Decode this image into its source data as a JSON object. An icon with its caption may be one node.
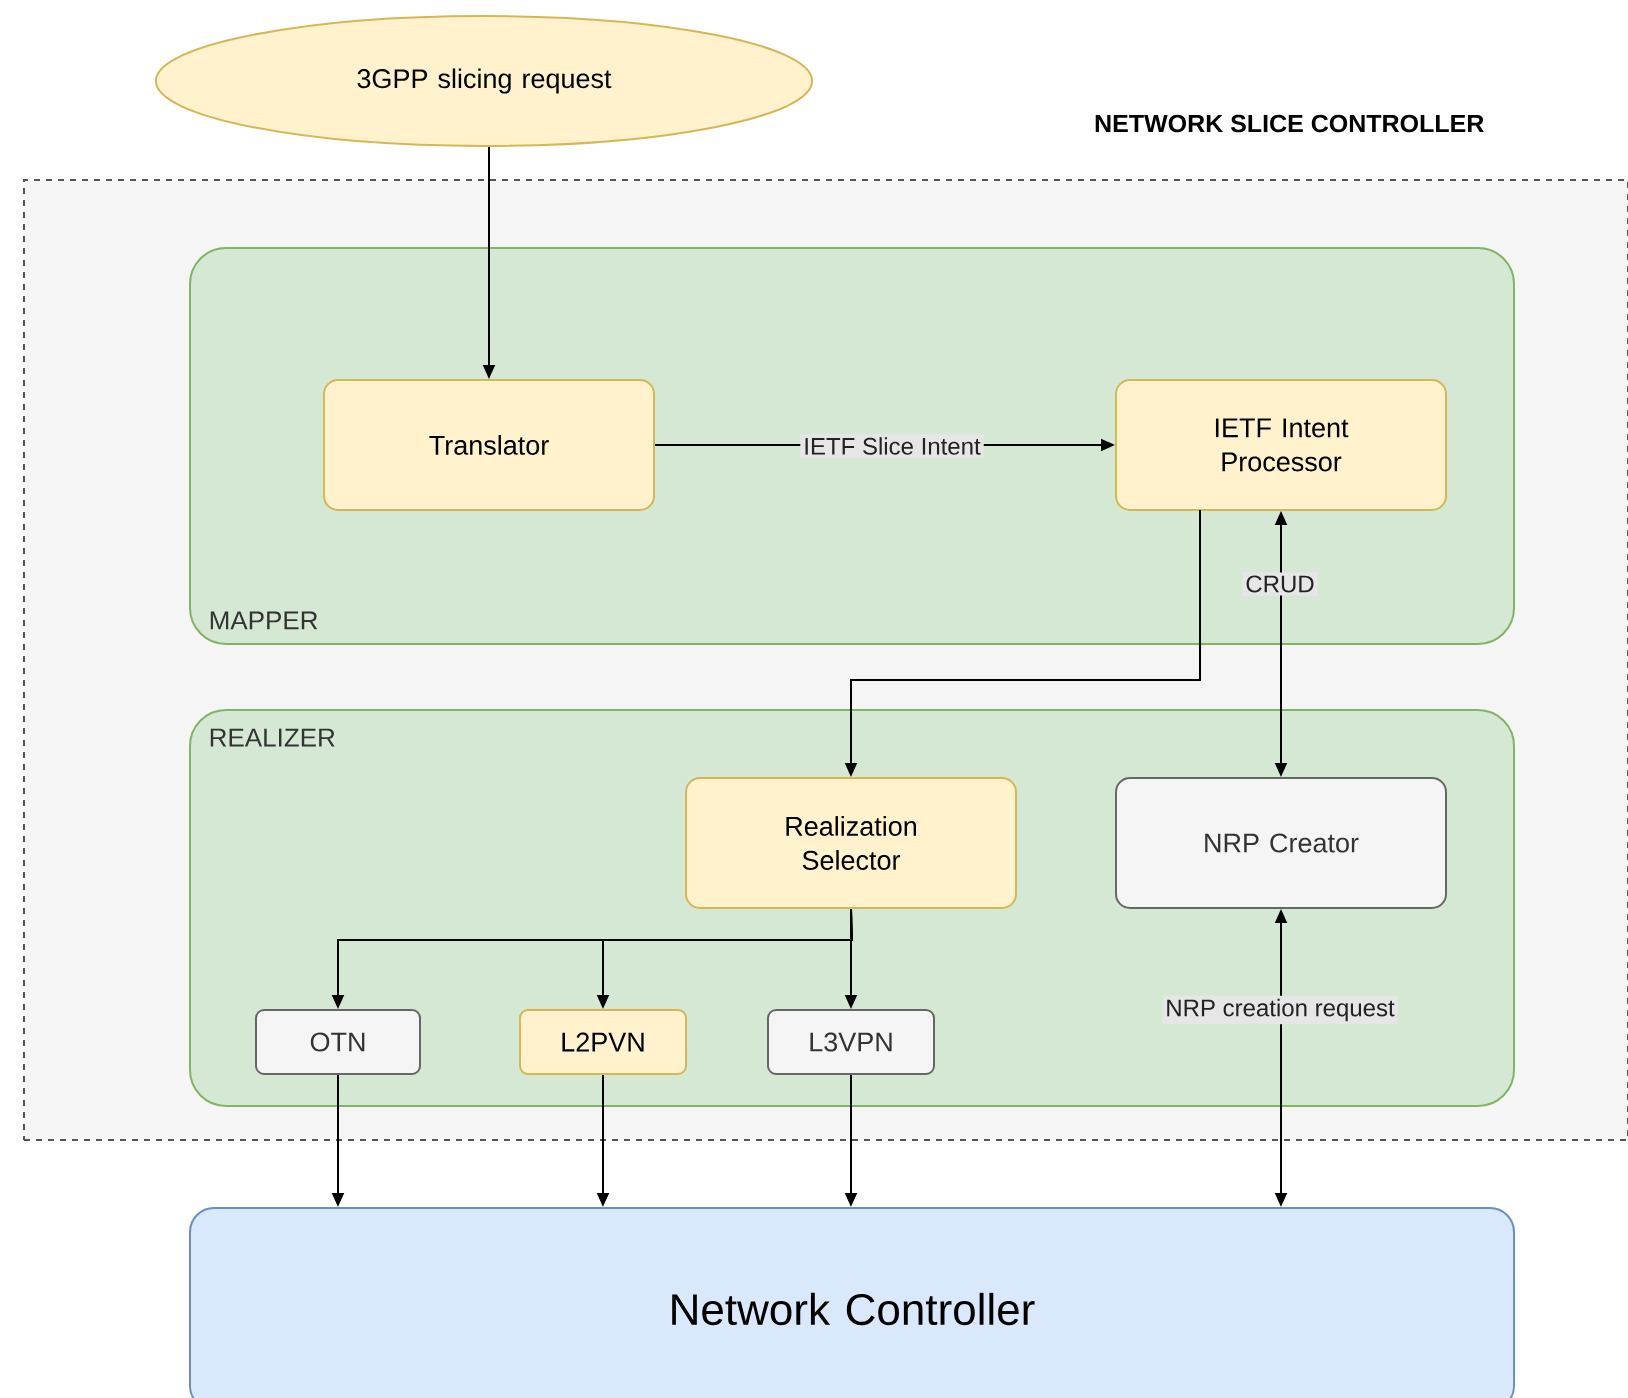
{
  "diagram": {
    "nodes": [
      {
        "text": [
          "3GPP slicing request"
        ]
      },
      {
        "text": [
          "NETWORK SLICE CONTROLLER"
        ]
      },
      {
        "text": [
          "MAPPER"
        ],
        "in": 1
      },
      {
        "text": [
          "Translator"
        ],
        "in": 2
      },
      {
        "text": [
          "IETF Intent Processor"
        ],
        "in": 2
      },
      {
        "text": [
          "REALIZER"
        ],
        "in": 1
      },
      {
        "text": [
          "Realization Selector"
        ],
        "in": 5
      },
      {
        "text": [
          "NRP Creator"
        ],
        "in": 5
      },
      {
        "text": [
          "OTN"
        ],
        "in": 5
      },
      {
        "text": [
          "L2PVN"
        ],
        "in": 5
      },
      {
        "text": [
          "L3VPN"
        ],
        "in": 5
      },
      {
        "text": [
          "Network Controller"
        ]
      }
    ],
    "edges": [
      {
        "from": 0,
        "to": 3,
        "arrow": "to"
      },
      {
        "from": 3,
        "to": 4,
        "arrow": "to",
        "label": "IETF Slice Intent"
      },
      {
        "from": 4,
        "to": 6,
        "arrow": "to"
      },
      {
        "from": 7,
        "to": 4,
        "arrow": "both",
        "label": "CRUD"
      },
      {
        "from": 6,
        "to": 8,
        "arrow": "to"
      },
      {
        "from": 6,
        "to": 9,
        "arrow": "to"
      },
      {
        "from": 6,
        "to": 10,
        "arrow": "to"
      },
      {
        "from": 8,
        "to": 11,
        "arrow": "to"
      },
      {
        "from": 9,
        "to": 11,
        "arrow": "to"
      },
      {
        "from": 10,
        "to": 11,
        "arrow": "to"
      },
      {
        "from": 7,
        "to": 11,
        "arrow": "both",
        "label": "NRP creation request"
      }
    ]
  }
}
